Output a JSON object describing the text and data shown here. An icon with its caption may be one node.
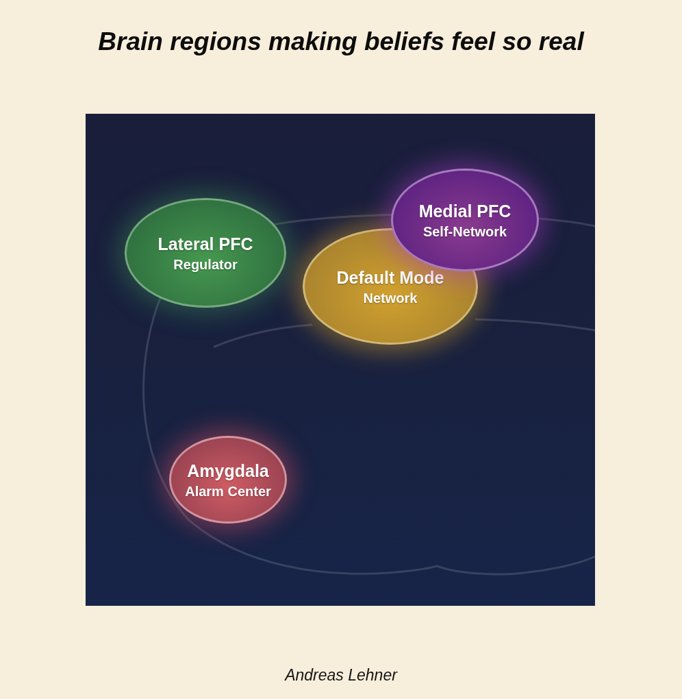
{
  "diagram": {
    "title": "Brain regions making beliefs feel so real",
    "nodes": [
      {
        "text": [
          "Lateral PFC",
          "Regulator"
        ]
      },
      {
        "text": [
          "Default Mode",
          "Network"
        ]
      },
      {
        "text": [
          "Medial PFC",
          "Self-Network"
        ]
      },
      {
        "text": [
          "Amygdala",
          "Alarm Center"
        ]
      }
    ],
    "caption": "Andreas Lehner"
  }
}
